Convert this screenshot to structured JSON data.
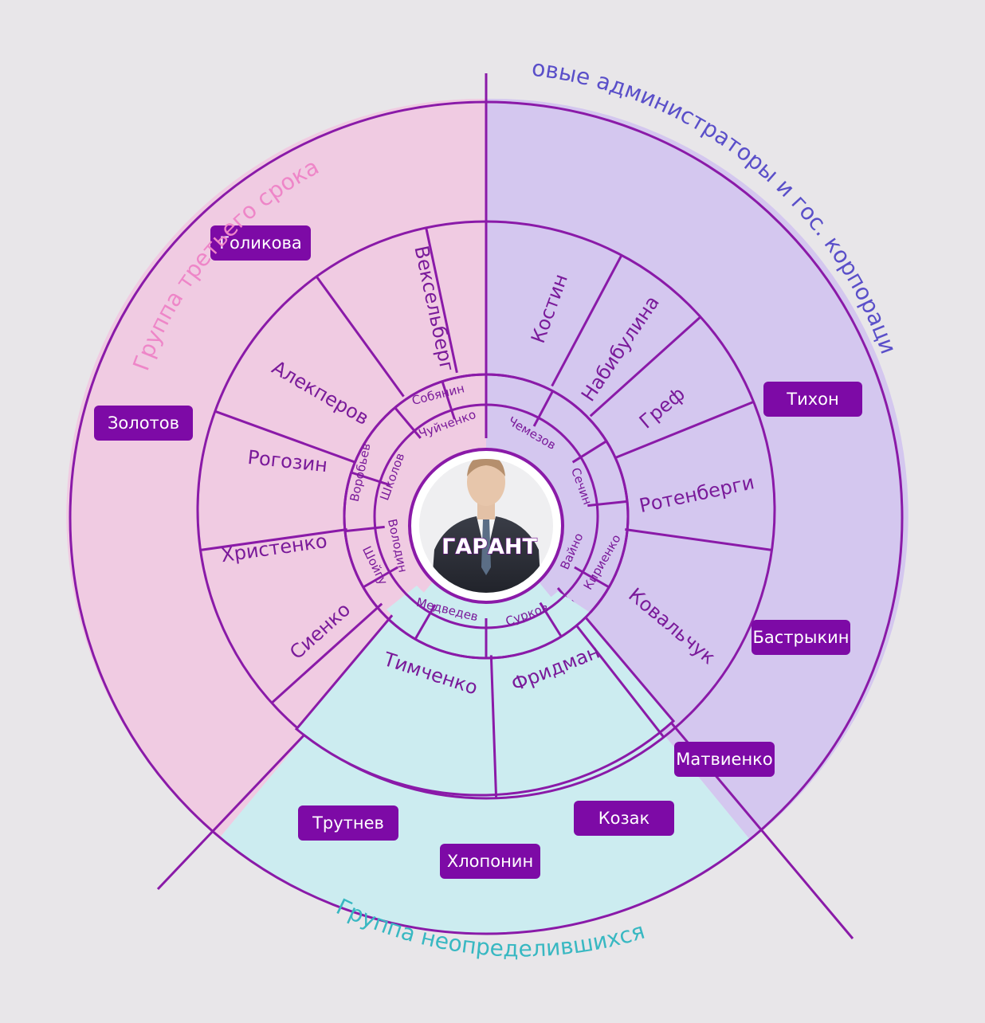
{
  "colors": {
    "background": "#e8e6e9",
    "pink_sector": "#f0cbe2",
    "lavender_sector": "#d4c7ef",
    "cyan_sector": "#ccecf0",
    "line": "#8a1aa8",
    "badge": "#7d0aa6",
    "group_pink": "#ee86c8",
    "group_blue": "#5a4fc9",
    "group_cyan": "#38b8c2"
  },
  "groups": {
    "third_term": "Группа третьего срока",
    "new_admins": "Новые администраторы и гос. корпорации",
    "undecided": "Группа неопределившихся"
  },
  "center": {
    "label": "ГАРАНТ",
    "image": "portrait-photo"
  },
  "inner_ring": [
    "Собянин",
    "Чуйченко",
    "Чемезов",
    "Сечин",
    "Вайно",
    "Кириенко",
    "Сурков",
    "Медведев",
    "Шойгу",
    "Володин",
    "Воробьев",
    "Школов"
  ],
  "middle_ring": [
    "Костин",
    "Набибулина",
    "Греф",
    "Ротенберги",
    "Ковальчук",
    "Фридман",
    "Тимченко",
    "Сиенко",
    "Христенко",
    "Рогозин",
    "Алекперов",
    "Вексельберг"
  ],
  "outer_badges": [
    "Голикова",
    "Золотов",
    "Тихон",
    "Бастрыкин",
    "Матвиенко",
    "Козак",
    "Трутнев",
    "Хлопонин"
  ]
}
